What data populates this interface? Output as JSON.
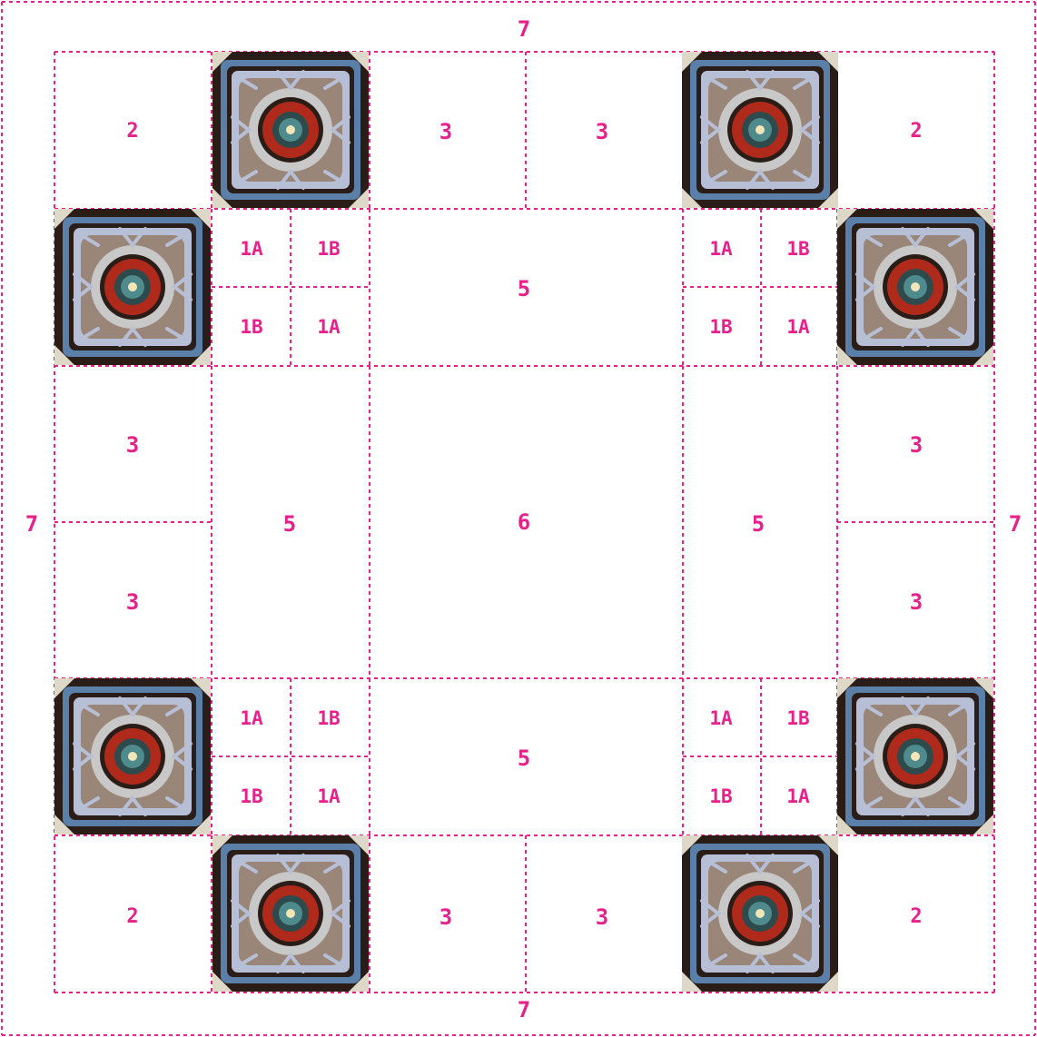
{
  "colors": {
    "accent": "#e8208c",
    "background": "#ffffff",
    "square_border": "#2a1d18",
    "square_cream": "#ddd8c8",
    "square_blue": "#5a7fa8",
    "square_lavender": "#b7bfd6",
    "square_tan": "#9a8678",
    "square_grey": "#c8c8c8",
    "square_red": "#b02a1c",
    "square_dark_center": "#2d4a4c",
    "square_teal": "#4f8a8c",
    "square_spark": "#f2e6b8"
  },
  "border_labels": {
    "top": "7",
    "bottom": "7",
    "left": "7",
    "right": "7"
  },
  "corner_labels": {
    "top_left": "2",
    "top_right": "2",
    "bottom_left": "2",
    "bottom_right": "2"
  },
  "edge_panels": {
    "top_left": "3",
    "top_right": "3",
    "bottom_left": "3",
    "bottom_right": "3",
    "left_upper": "3",
    "left_lower": "3",
    "right_upper": "3",
    "right_lower": "3"
  },
  "mini_blocks": {
    "tl": [
      "1A",
      "1B",
      "1B",
      "1A"
    ],
    "tr": [
      "1A",
      "1B",
      "1B",
      "1A"
    ],
    "bl": [
      "1A",
      "1B",
      "1B",
      "1A"
    ],
    "br": [
      "1A",
      "1B",
      "1B",
      "1A"
    ]
  },
  "panels": {
    "top": "5",
    "bottom": "5",
    "left": "5",
    "right": "5",
    "center": "6"
  },
  "granny_square_icon": "crochet-granny-square",
  "granny_square_count": 8
}
